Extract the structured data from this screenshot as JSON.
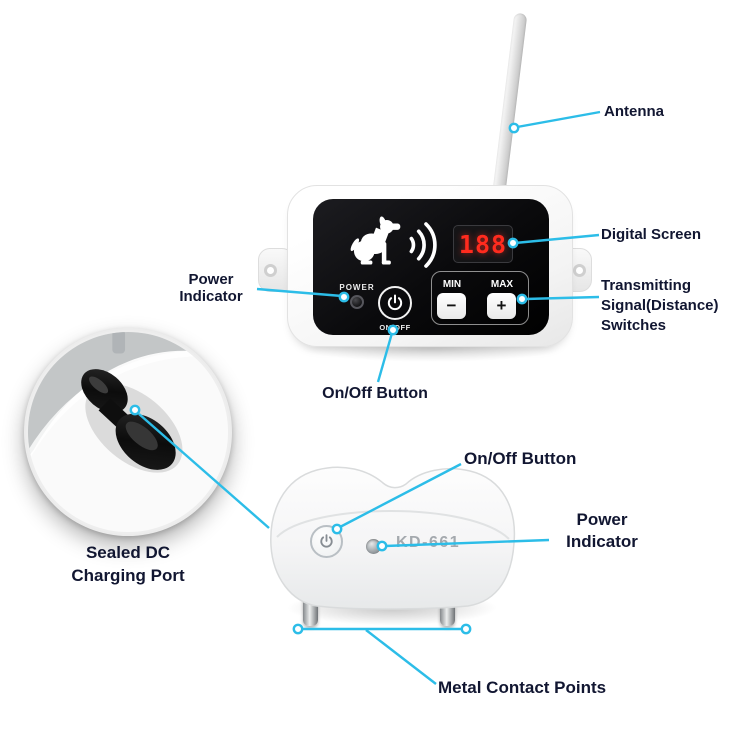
{
  "colors": {
    "accent": "#2cbde8",
    "label_text": "#111631",
    "led": "#ff2b1e",
    "panel": "#0a0a0c"
  },
  "callouts": {
    "antenna": "Antenna",
    "digital_screen": "Digital Screen",
    "transmitting_1": "Transmitting",
    "transmitting_2": "Signal(Distance)",
    "transmitting_3": "Switches",
    "power_top_1": "Power",
    "power_top_2": "Indicator",
    "onoff_top": "On/Off Button",
    "onoff_collar": "On/Off Button",
    "power_collar_1": "Power",
    "power_collar_2": "Indicator",
    "sealed_dc_1": "Sealed DC",
    "sealed_dc_2": "Charging Port",
    "metal_contacts": "Metal Contact Points"
  },
  "transmitter": {
    "display_value": "188",
    "power_label": "POWER",
    "onoff_label": "ON/OFF",
    "min_label": "MIN",
    "max_label": "MAX",
    "minus_symbol": "−",
    "plus_symbol": "+"
  },
  "collar": {
    "model_label": "KD-661"
  }
}
